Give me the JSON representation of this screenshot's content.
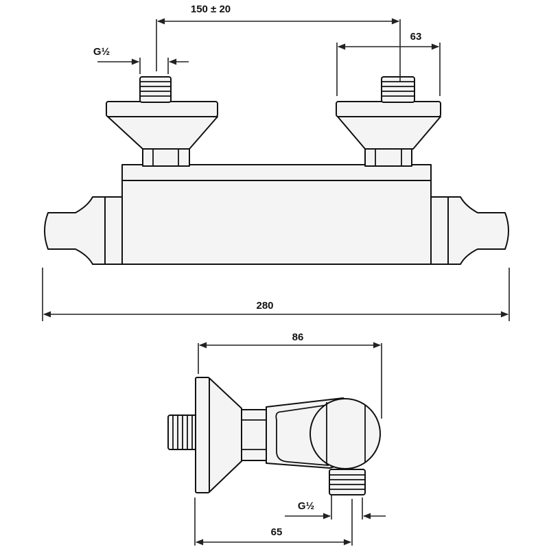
{
  "drawing": {
    "front_view": {
      "inlet_spacing_label": "150 ± 20",
      "fitting_width_label": "63",
      "thread_label": "G½",
      "overall_length_label": "280"
    },
    "side_view": {
      "depth_label": "86",
      "outlet_offset_label": "65",
      "thread_label": "G½"
    },
    "colors": {
      "line": "#111111",
      "fill": "#f4f4f5"
    }
  }
}
